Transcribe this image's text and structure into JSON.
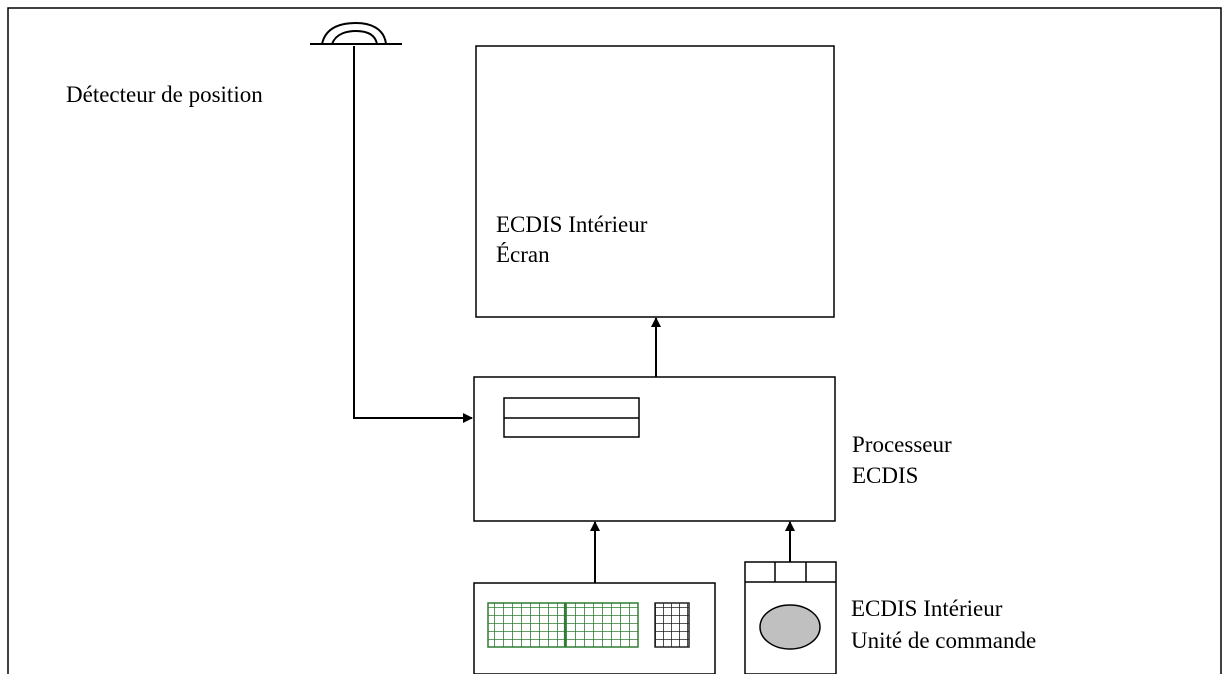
{
  "labels": {
    "position_sensor": "Détecteur de position",
    "screen_line1": "ECDIS Intérieur",
    "screen_line2": "Écran",
    "processor_line1": "Processeur",
    "processor_line2": "ECDIS",
    "control_line1": "ECDIS Intérieur",
    "control_line2": "Unité de commande"
  },
  "colors": {
    "line": "#000000",
    "keyboard_grid": "#2e7d32",
    "keypad_grid": "#222222",
    "trackball_fill": "#c0c0c0"
  },
  "icons": {
    "antenna": "antenna-icon",
    "keyboard": "keyboard-icon",
    "trackball": "trackball-icon"
  }
}
